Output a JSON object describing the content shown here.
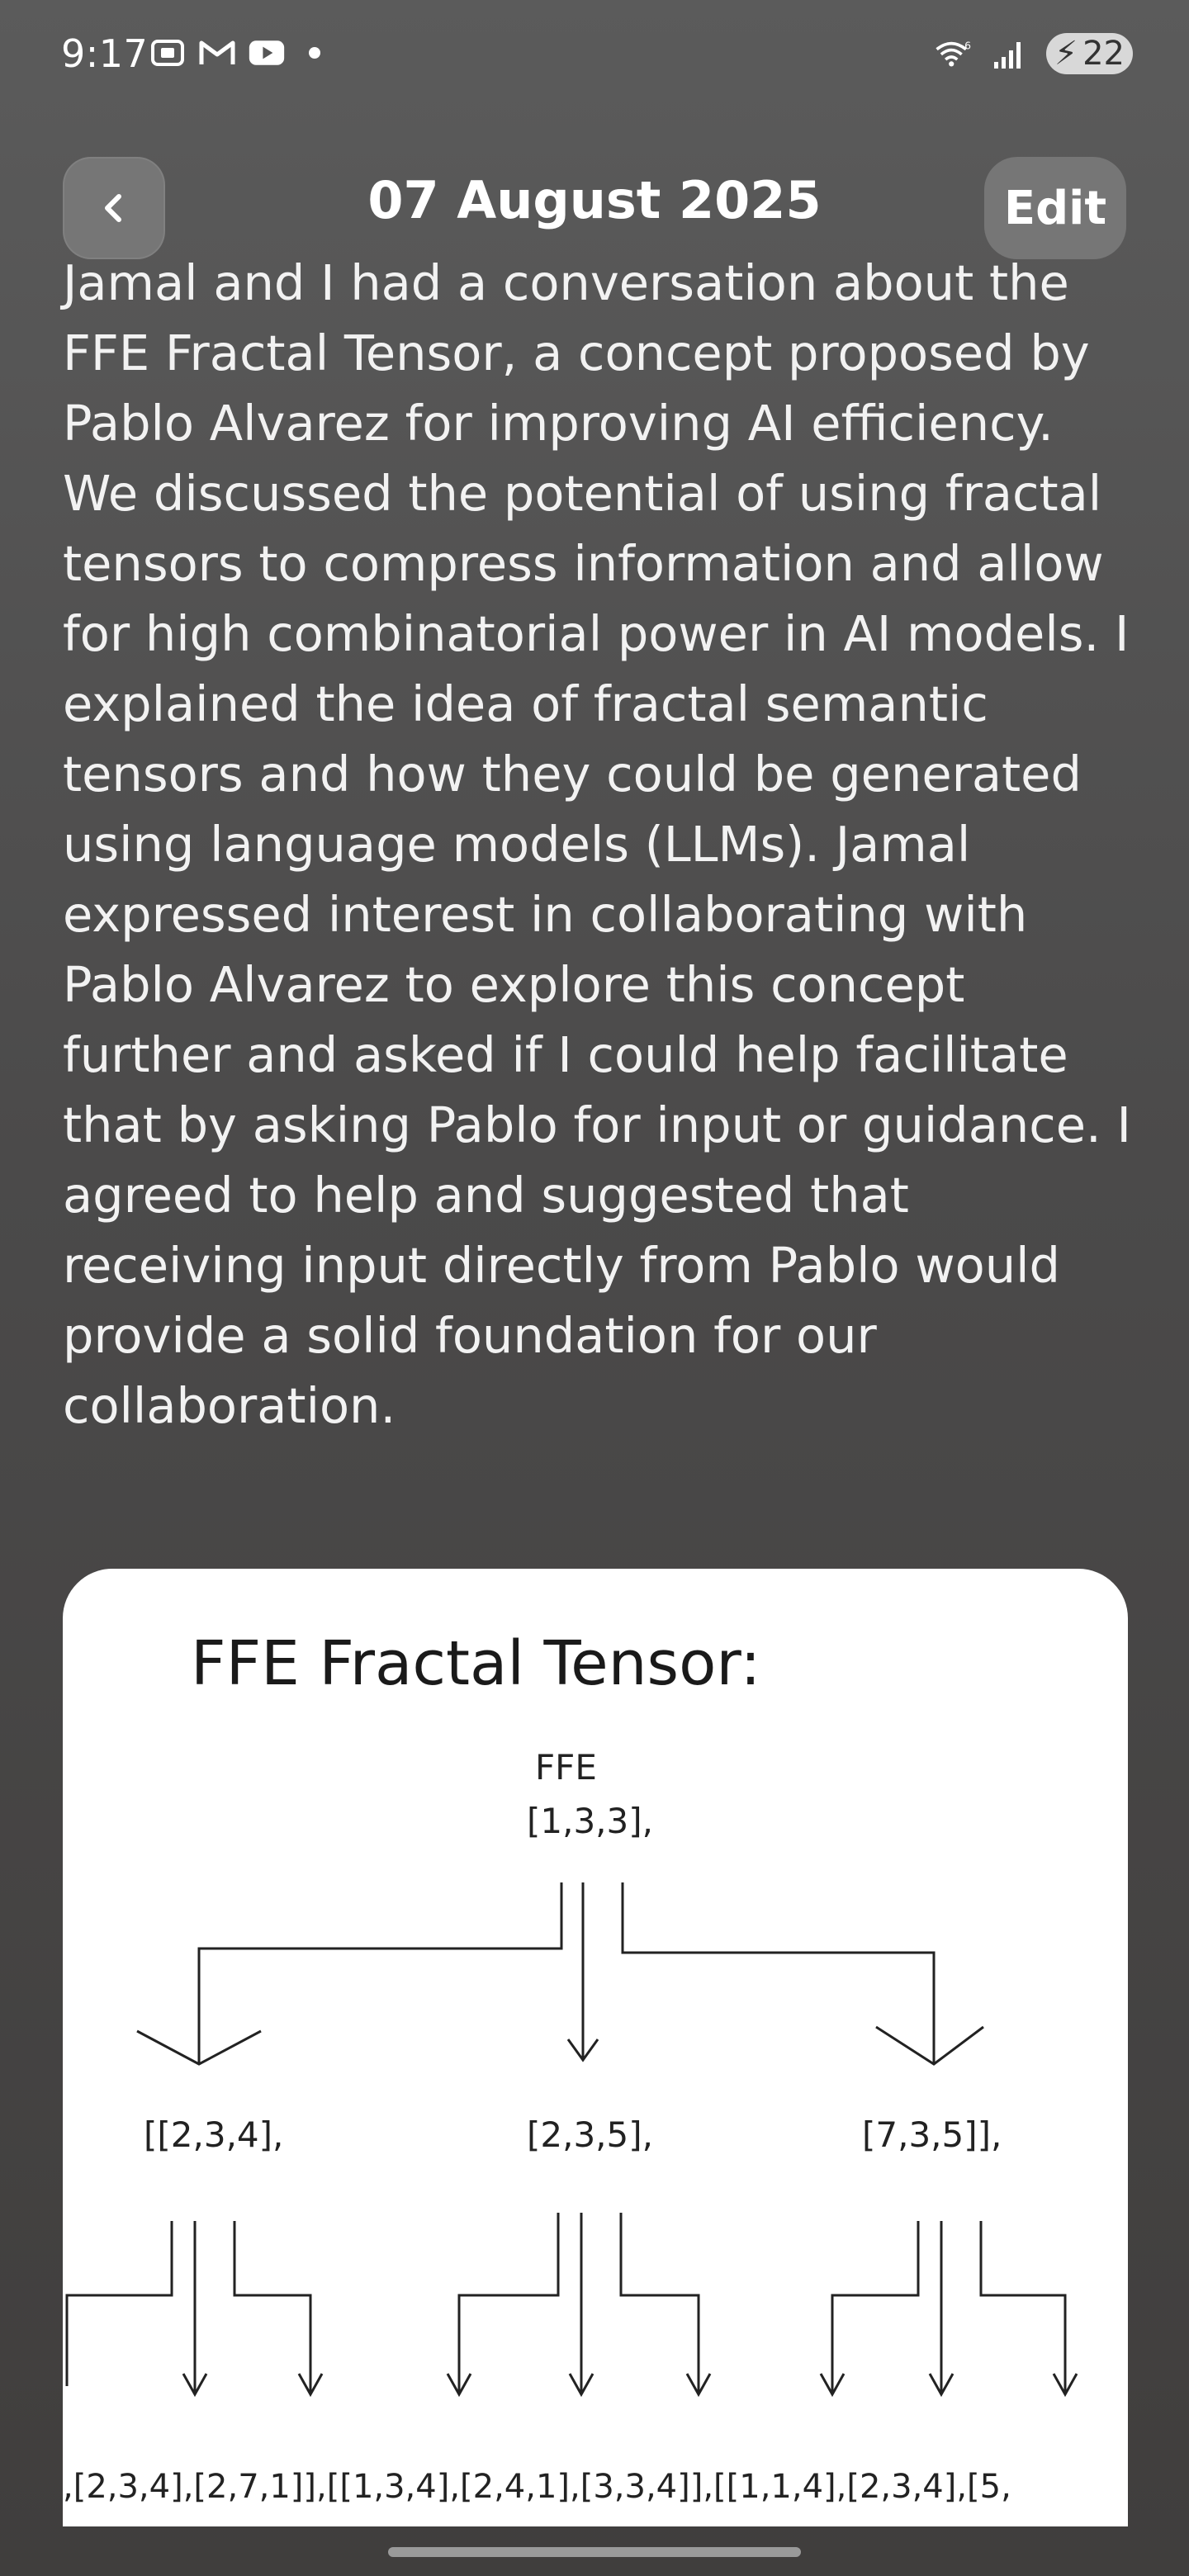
{
  "status_bar": {
    "time": "9:17",
    "battery_level": "22",
    "icons_left": [
      "screenshot-icon",
      "gmail-icon",
      "youtube-icon",
      "notification-dot"
    ],
    "icons_right": [
      "wifi-icon",
      "signal-icon",
      "battery-charging-icon"
    ]
  },
  "header": {
    "title": "07 August 2025",
    "edit_label": "Edit",
    "back_icon": "chevron-left-icon"
  },
  "note": {
    "body": "Jamal and I had a conversation about the FFE Fractal Tensor, a concept proposed by Pablo Alvarez for improving AI efficiency. We discussed the potential of using fractal tensors to compress information and allow for high combinatorial power in AI models. I explained the idea of fractal semantic tensors and how they could be generated using language models (LLMs). Jamal expressed interest in collaborating with Pablo Alvarez to explore this concept further and asked if I could help facilitate that by asking Pablo for input or guidance. I agreed to help and suggested that receiving input directly from Pablo would provide a solid foundation for our collaboration."
  },
  "image": {
    "title": "FFE Fractal Tensor:",
    "root_label": "FFE",
    "root_value": "[1,3,3],",
    "level1": [
      "[[2,3,4],",
      "[2,3,5],",
      "[7,3,5]],"
    ],
    "level2_text": ",[2,3,4],[2,7,1]],[[1,3,4],[2,4,1],[3,3,4]],[[1,1,4],[2,3,4],[5,"
  }
}
